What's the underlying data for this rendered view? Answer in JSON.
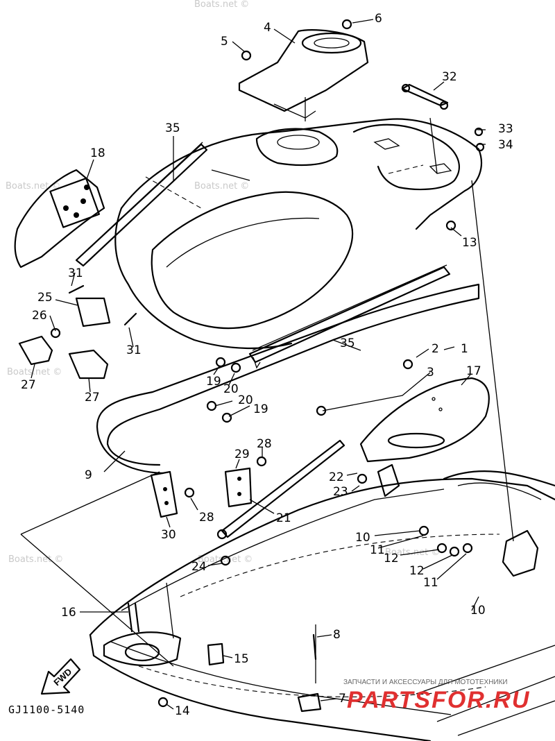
{
  "diagram_code": "GJ1100-5140",
  "fwd_label": "FWD",
  "watermarks": [
    "Boats.net ©",
    "Boats.net ©",
    "Boats.net ©",
    "Boats.net ©",
    "Boats.net ©",
    "Boats.net ©",
    "Boats.net ©"
  ],
  "ad": {
    "tagline": "ЗАПЧАСТИ И АКСЕССУАРЫ ДЛЯ МОТОТЕХНИКИ",
    "brand": "PARTSFOR.RU"
  },
  "callouts": [
    {
      "id": "c1",
      "text": "1"
    },
    {
      "id": "c2",
      "text": "2"
    },
    {
      "id": "c3",
      "text": "3"
    },
    {
      "id": "c4",
      "text": "4"
    },
    {
      "id": "c5",
      "text": "5"
    },
    {
      "id": "c6",
      "text": "6"
    },
    {
      "id": "c7",
      "text": "7"
    },
    {
      "id": "c8",
      "text": "8"
    },
    {
      "id": "c9",
      "text": "9"
    },
    {
      "id": "c10a",
      "text": "10"
    },
    {
      "id": "c10b",
      "text": "10"
    },
    {
      "id": "c11a",
      "text": "11"
    },
    {
      "id": "c11b",
      "text": "11"
    },
    {
      "id": "c12a",
      "text": "12"
    },
    {
      "id": "c12b",
      "text": "12"
    },
    {
      "id": "c13",
      "text": "13"
    },
    {
      "id": "c14",
      "text": "14"
    },
    {
      "id": "c15",
      "text": "15"
    },
    {
      "id": "c16",
      "text": "16"
    },
    {
      "id": "c17",
      "text": "17"
    },
    {
      "id": "c18",
      "text": "18"
    },
    {
      "id": "c19a",
      "text": "19"
    },
    {
      "id": "c19b",
      "text": "19"
    },
    {
      "id": "c20a",
      "text": "20"
    },
    {
      "id": "c20b",
      "text": "20"
    },
    {
      "id": "c21",
      "text": "21"
    },
    {
      "id": "c22",
      "text": "22"
    },
    {
      "id": "c23",
      "text": "23"
    },
    {
      "id": "c24",
      "text": "24"
    },
    {
      "id": "c25",
      "text": "25"
    },
    {
      "id": "c26",
      "text": "26"
    },
    {
      "id": "c27a",
      "text": "27"
    },
    {
      "id": "c27b",
      "text": "27"
    },
    {
      "id": "c28a",
      "text": "28"
    },
    {
      "id": "c28b",
      "text": "28"
    },
    {
      "id": "c29",
      "text": "29"
    },
    {
      "id": "c30",
      "text": "30"
    },
    {
      "id": "c31a",
      "text": "31"
    },
    {
      "id": "c31b",
      "text": "31"
    },
    {
      "id": "c32",
      "text": "32"
    },
    {
      "id": "c33",
      "text": "33"
    },
    {
      "id": "c34",
      "text": "34"
    },
    {
      "id": "c35a",
      "text": "35"
    },
    {
      "id": "c35b",
      "text": "35"
    }
  ]
}
